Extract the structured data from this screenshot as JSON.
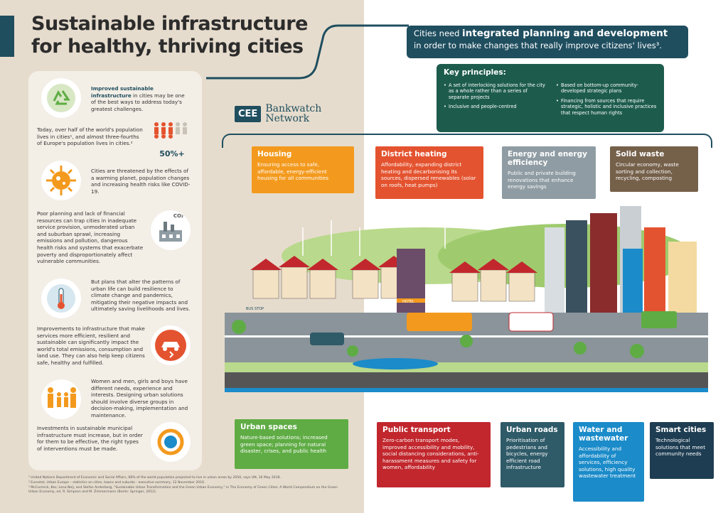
{
  "title": {
    "line1": "Sustainable infrastructure",
    "line2": "for healthy, thriving cities"
  },
  "headline": {
    "prefix": "Cities need ",
    "bold": "integrated planning and development",
    "line2": "in order to make changes that really improve citizens' lives³."
  },
  "key_principles": {
    "title": "Key principles:",
    "left": [
      "A set of interlocking solutions for the city as a whole rather than a series of separate projects",
      "Inclusive and people-centred"
    ],
    "right": [
      "Based on bottom-up community-developed strategic plans",
      "Financing from sources that require strategic, holistic and inclusive practices that respect human rights"
    ]
  },
  "brand": {
    "box": "CEE",
    "line1": "Bankwatch",
    "line2": "Network"
  },
  "left_items": [
    {
      "html_bold": "Improved sustainable infrastructure",
      "text": " in cities may be one of the best ways to address today's greatest challenges."
    },
    {
      "text": "Today, over half of the world's population lives in cities¹, and almost three-fourths of Europe's population lives in cities.²",
      "badge": "50%+"
    },
    {
      "text": "Cities are threatened by the effects of a warming planet, population changes and increasing health risks like COVID-19."
    },
    {
      "text": "Poor planning and lack of financial resources can trap cities in inadequate service provision, unmoderated urban and suburban sprawl, increasing emissions and pollution, dangerous health risks and systems that exacerbate poverty and disproportionately affect vulnerable communities.",
      "icon_label": "CO₂"
    },
    {
      "text": "But plans that alter the patterns of urban life can build resilience to climate change and pandemics, mitigating their negative impacts and ultimately saving livelihoods and lives."
    },
    {
      "text": "Improvements to infrastructure that make services more efficient, resilient and sustainable can significantly impact the world's total emissions, consumption and land use. They can also help keep citizens safe, healthy and fulfilled."
    },
    {
      "text": "Women and men, girls and boys have different needs, experience and interests. Designing urban solutions should involve diverse groups in decision-making, implementation and maintenance."
    },
    {
      "text": "Investments in sustainable municipal infrastructure must increase, but in order for them to be effective, the right types of interventions must be made."
    }
  ],
  "top_cards": [
    {
      "title": "Housing",
      "text": "Ensuring access to safe, affordable, energy-efficient housing for all communities",
      "color": "#f39a1e"
    },
    {
      "title": "District heating",
      "text": "Affordability, expanding district heating and decarbonising its sources, dispersed renewables (solar on roofs, heat pumps)",
      "color": "#e4532f"
    },
    {
      "title": "Energy and energy efficiency",
      "text": "Public and private building renovations that enhance energy savings",
      "color": "#8f9ca3"
    },
    {
      "title": "Solid waste",
      "text": "Circular economy, waste sorting and collection, recycling, composting",
      "color": "#75604a"
    }
  ],
  "bottom_cards": [
    {
      "title": "Urban spaces",
      "text": "Nature-based solutions; increased green space; planning for natural disaster, crises, and public health",
      "color": "#5fac45"
    },
    {
      "title": "Public transport",
      "text": "Zero-carbon transport modes, improved accessibility and mobility, social distancing considerations, anti-harassment measures and safety for women, affordability",
      "color": "#c1272d"
    },
    {
      "title": "Urban roads",
      "text": "Prioritisation of pedestrians and bicycles, energy efficient road infrastructure",
      "color": "#2f5a68"
    },
    {
      "title": "Water and wastewater",
      "text": "Accessibility and affordability of services, efficiency solutions, high quality wastewater treatment",
      "color": "#1b8bc9"
    },
    {
      "title": "Smart cities",
      "text": "Technological solutions that meet community needs",
      "color": "#1e3d52"
    }
  ],
  "footnotes": [
    "¹ United Nations Department of Economic and Social Affairs, 68% of the world population projected to live in urban areas by 2050, says UN, 16 May 2018.",
    "² Eurostat, Urban Europe – statistics on cities, towns and suburbs - executive summary, 12 November 2016.",
    "³ McCormick, Kes; Lena Neij, and Stefan Anderberg, \"Sustainable Urban Transformation and the Green Urban Economy,\" in The Economy of Green Cities: A World Compendium on the Green Urban Economy, ed. R. Simpson and M. Zimmermann (Berlin: Springer, 2012)."
  ],
  "scene": {
    "hotel_sign": "HOTEL",
    "bus_stop": "BUS STOP"
  }
}
